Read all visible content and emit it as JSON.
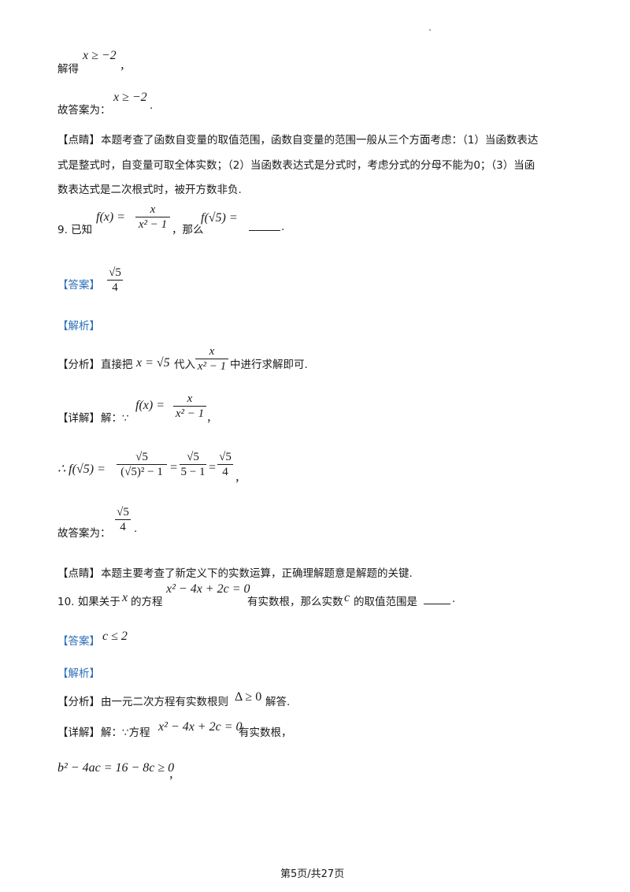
{
  "page": {
    "footer": "第5页/共27页"
  },
  "q8_tail": {
    "solve_prefix": "解得",
    "solve_expr": "x ≥ −2",
    "solve_suffix": "，",
    "answer_prefix": "故答案为：",
    "answer_expr": "x ≥ −2",
    "answer_suffix": ".",
    "comment_tag": "【点睛】",
    "comment_line1": "本题考查了函数自变量的取值范围，函数自变量的范围一般从三个方面考虑：（1）当函数表达",
    "comment_line2": "式是整式时，自变量可取全体实数；（2）当函数表达式是分式时，考虑分式的分母不能为0；（3）当函",
    "comment_line3": "数表达式是二次根式时，被开方数非负."
  },
  "q9": {
    "number": "9. 已知",
    "func_lhs": "f(x) =",
    "frac_num": "x",
    "frac_den": "x² − 1",
    "mid_text": "，那么",
    "query": "f(√5) =",
    "blank_end": ".",
    "answer_tag": "【答案】",
    "answer_num": "√5",
    "answer_den": "4",
    "analysis_tag": "【解析】",
    "fenxi_tag": "【分析】",
    "fenxi_text1": "直接把",
    "fenxi_sub": "x = √5",
    "fenxi_text2": "代入",
    "fenxi_num": "x",
    "fenxi_den": "x² − 1",
    "fenxi_text3": "中进行求解即可.",
    "detail_tag": "【详解】",
    "detail_text": "解：∵",
    "detail_lhs": "f(x) =",
    "detail_num": "x",
    "detail_den": "x² − 1",
    "detail_comma": "，",
    "therefore_lhs": "∴ f(√5) =",
    "calc_f1_num": "√5",
    "calc_f1_den": "(√5)² − 1",
    "calc_eq1": "=",
    "calc_f2_num": "√5",
    "calc_f2_den": "5 − 1",
    "calc_eq2": "=",
    "calc_f3_num": "√5",
    "calc_f3_den": "4",
    "calc_comma": "，",
    "final_prefix": "故答案为：",
    "final_num": "√5",
    "final_den": "4",
    "final_suffix": ".",
    "comment_tag": "【点睛】",
    "comment_text": "本题主要考查了新定义下的实数运算，正确理解题意是解题的关键."
  },
  "q10": {
    "number": "10. 如果关于",
    "var_x": "x",
    "text1": "的方程",
    "equation": "x² − 4x + 2c = 0",
    "text2": "有实数根，那么实数",
    "var_c": "c",
    "text3": "的取值范围是",
    "blank_end": ".",
    "answer_tag": "【答案】",
    "answer_expr": "c ≤ 2",
    "analysis_tag": "【解析】",
    "fenxi_tag": "【分析】",
    "fenxi_text": "由一元二次方程有实数根则",
    "fenxi_expr": "Δ ≥ 0",
    "fenxi_end": "解答.",
    "detail_tag": "【详解】",
    "detail_text1": "解：∵方程",
    "detail_eq": "x² − 4x + 2c = 0",
    "detail_text2": "有实数根，",
    "disc_line": "b² − 4ac = 16 − 8c ≥ 0",
    "disc_comma": "，"
  }
}
